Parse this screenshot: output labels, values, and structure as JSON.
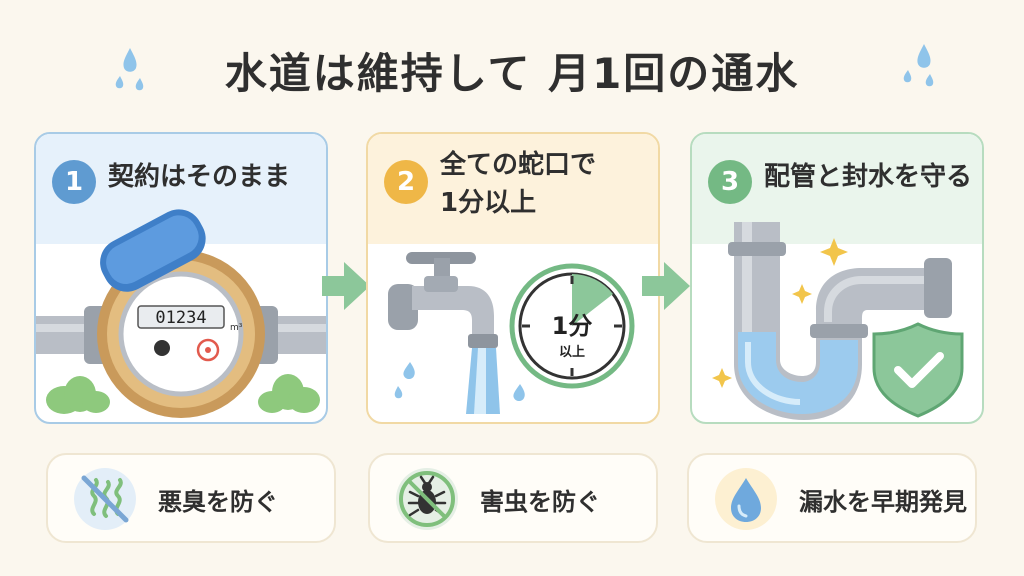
{
  "title": "水道は維持して 月1回の通水",
  "steps": [
    {
      "number": "1",
      "label": "契約はそのまま",
      "meter_reading": "01234",
      "meter_unit": "m³"
    },
    {
      "number": "2",
      "label_line1": "全ての蛇口で",
      "label_line2": "1分以上",
      "timer_value": "1分",
      "timer_sub": "以上"
    },
    {
      "number": "3",
      "label": "配管と封水を守る"
    }
  ],
  "benefits": [
    {
      "label": "悪臭を防ぐ",
      "icon": "no-odor-icon"
    },
    {
      "label": "害虫を防ぐ",
      "icon": "no-pest-icon"
    },
    {
      "label": "漏水を早期発見",
      "icon": "water-drop-icon"
    }
  ],
  "colors": {
    "step1": "#5f9bd1",
    "step2": "#efb747",
    "step3": "#74b984",
    "arrow": "#8cc79a"
  }
}
